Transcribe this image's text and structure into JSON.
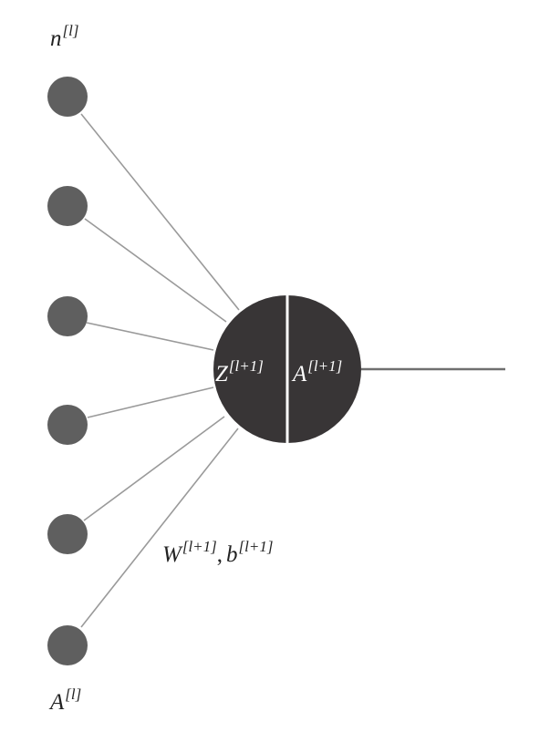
{
  "diagram": {
    "top_label": {
      "base": "n",
      "sup": "[l]"
    },
    "bottom_label": {
      "base": "A",
      "sup": "[l]"
    },
    "params_label": {
      "w_base": "W",
      "w_sup": "[l+1]",
      "sep": ",",
      "b_base": "b",
      "b_sup": "[l+1]"
    },
    "neuron": {
      "left_label": {
        "base": "Z",
        "sup": "[l+1]"
      },
      "right_label": {
        "base": "A",
        "sup": "[l+1]"
      }
    },
    "input_node_count": 6,
    "colors": {
      "input_node": "#5f5f5f",
      "neuron_fill": "#383536",
      "connection": "#9a9a9a",
      "output_line": "#6f6f6f",
      "divider": "#ffffff",
      "text_dark": "#222222",
      "text_light": "#ffffff"
    }
  }
}
